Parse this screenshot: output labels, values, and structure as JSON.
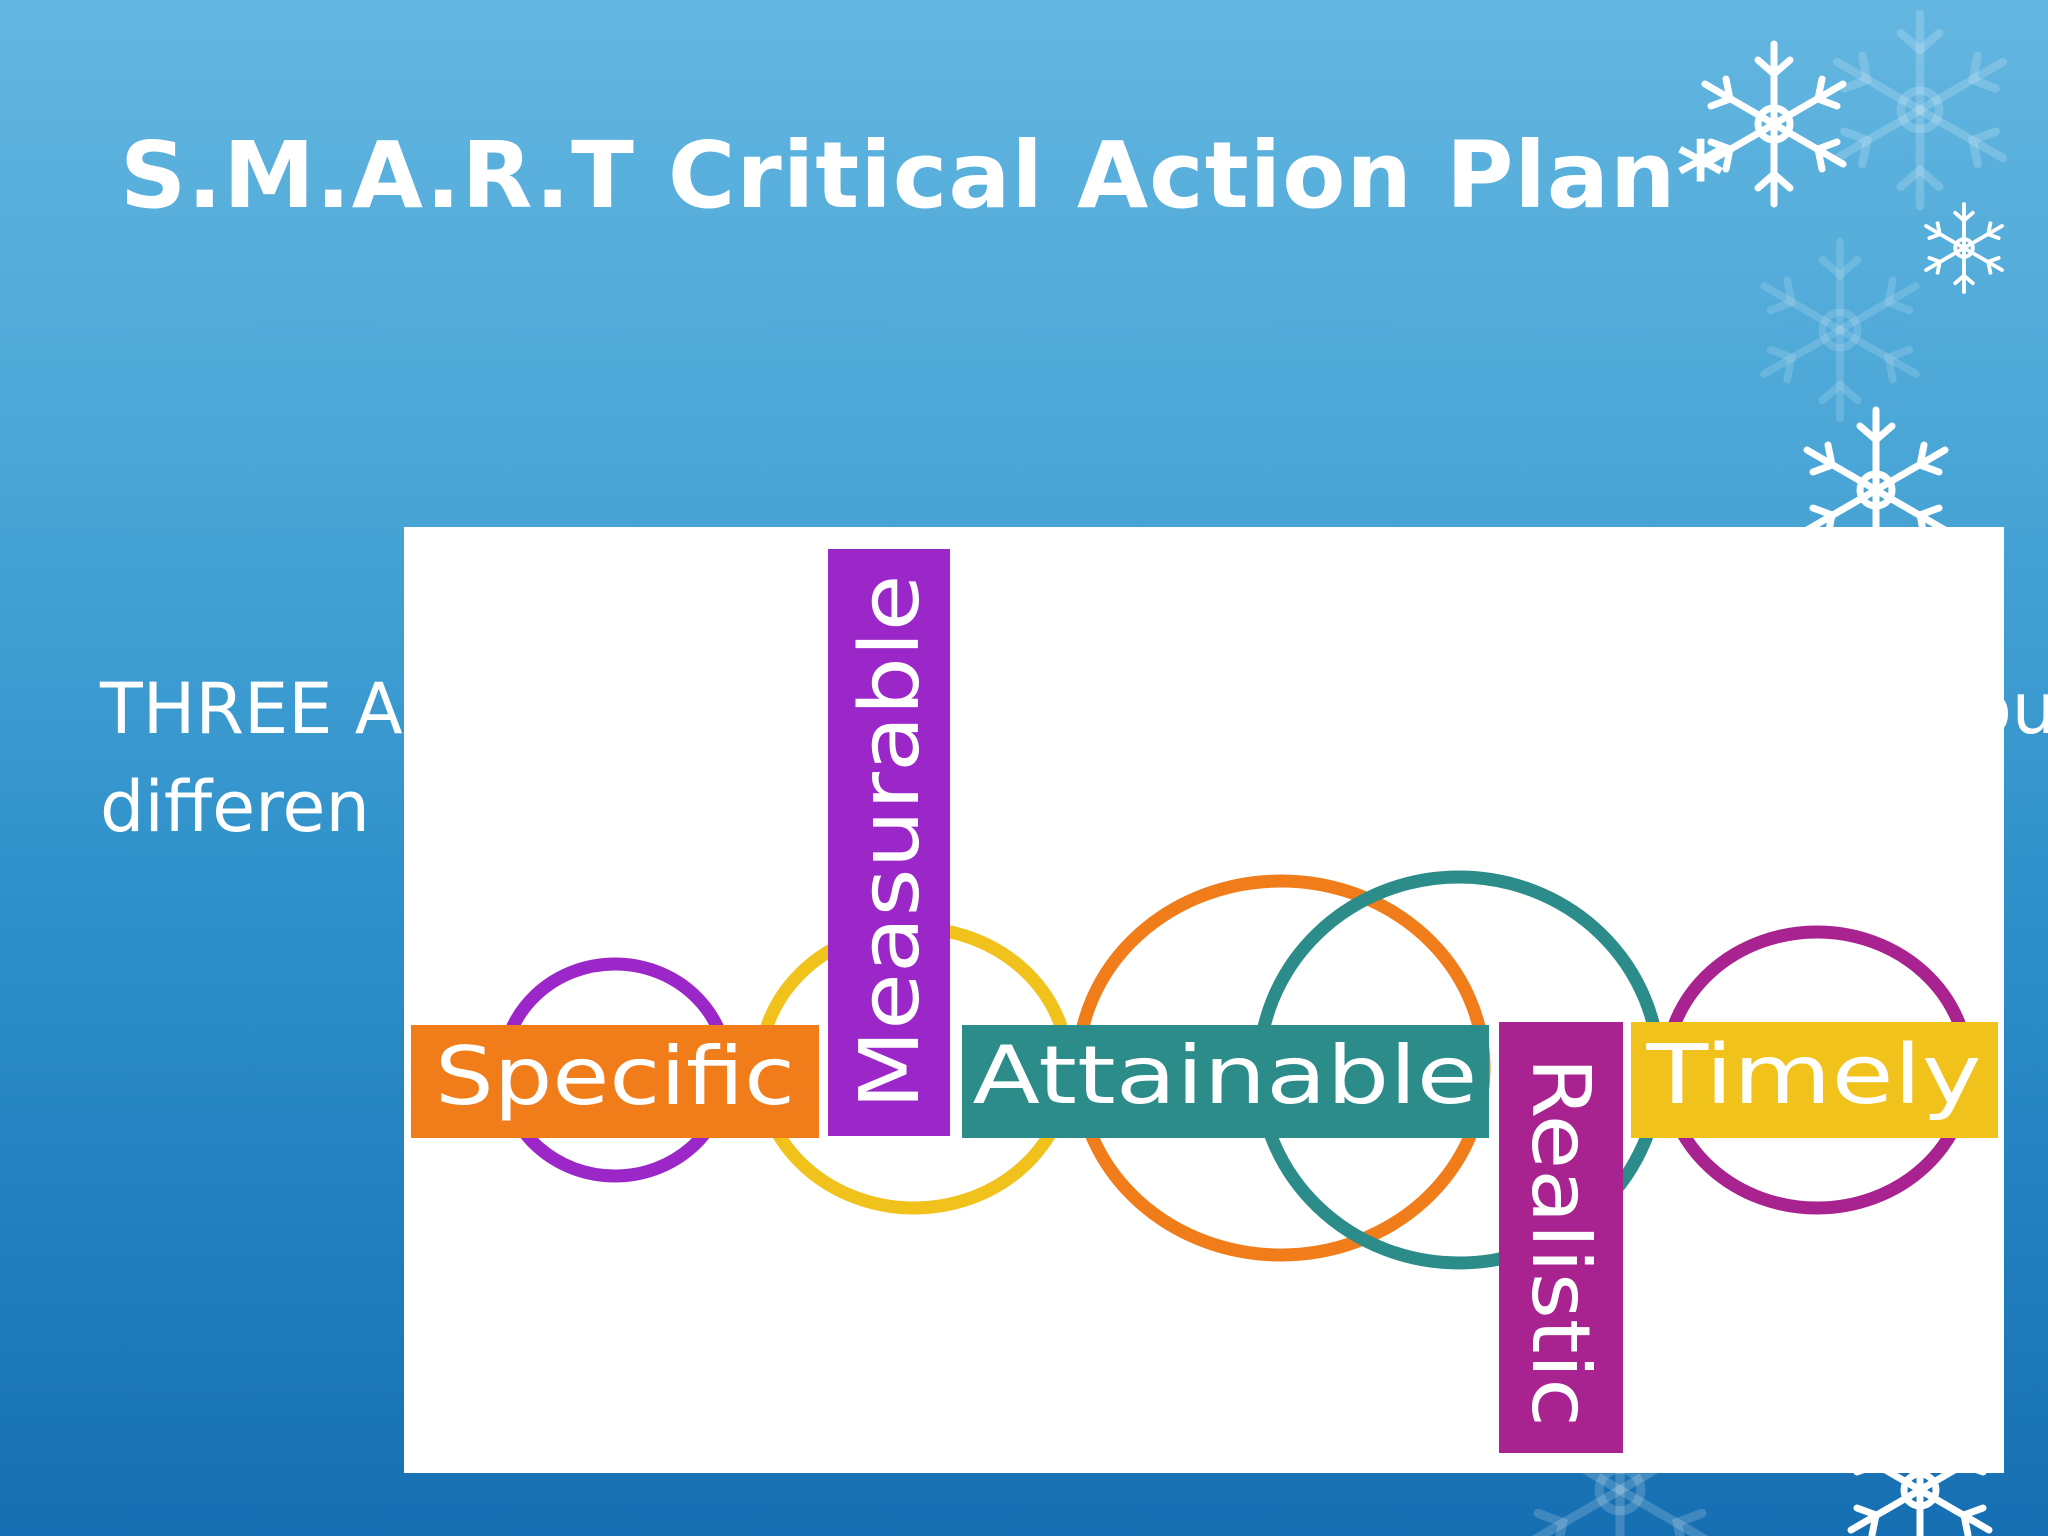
{
  "slide": {
    "title": "S.M.A.R.T Critical Action Plan*",
    "body_line_1": "THREE ACTION steps that will make a difference for you",
    "body_line_2": "differen"
  },
  "smart_graphic": {
    "specific": "Specific",
    "measurable": "Measurable",
    "attainable": "Attainable",
    "realistic": "Realistic",
    "timely": "Timely"
  },
  "colors": {
    "orange": "#f07d1a",
    "purple": "#9b27c9",
    "teal": "#2b8c8a",
    "magenta": "#a8238f",
    "yellow": "#f1c21b",
    "background_top": "#63b6e0",
    "background_bottom": "#166fb2"
  },
  "icons": [
    "snowflake-icon"
  ]
}
